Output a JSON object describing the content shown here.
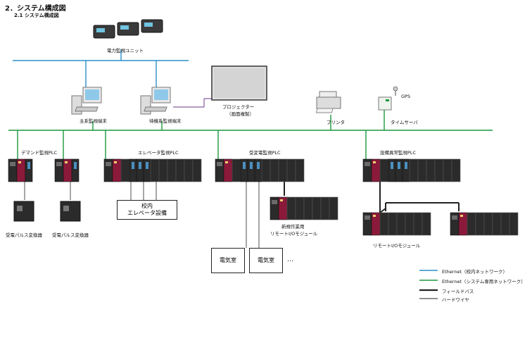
{
  "header": {
    "title": "2．システム構成図",
    "subtitle": "2.1 システム構成図"
  },
  "devices": {
    "power_monitor_unit": "電力監視ユニット",
    "main_terminal": "主系監視端末",
    "standby_terminal": "待機系監視端末",
    "projector_1": "プロジェクター",
    "projector_2": "（画面複製）",
    "printer": "プリンタ",
    "gps": "GPS",
    "time_server": "タイムサーバ"
  },
  "plcs": {
    "demand": "デマンド監視PLC",
    "elevator": "エレベータ監視PLC",
    "substation": "受変電監視PLC",
    "equipment": "設備異常監視PLC"
  },
  "field": {
    "pulse_converter_1": "受電パルス変換器",
    "pulse_converter_2": "受電パルス変換器",
    "elevator_equipment_1": "校内",
    "elevator_equipment_2": "エレベータ設備",
    "new_remote_io_1": "新規作業用",
    "new_remote_io_2": "リモートI/Oモジュール",
    "electrical_room_1": "電気室",
    "electrical_room_2": "電気室",
    "ellipsis": "…",
    "remote_io": "リモートI/Oモジュール"
  },
  "legend": [
    {
      "label": "Ethernet（校内ネットワーク）",
      "color": "#2a8fc9"
    },
    {
      "label": "Ethernet（システム専用ネットワーク）",
      "color": "#1a9a3a"
    },
    {
      "label": "フィールドバス",
      "color": "#222222"
    },
    {
      "label": "ハードワイヤ",
      "color": "#222222"
    }
  ],
  "colors": {
    "school_network": "#2a8fc9",
    "system_network": "#1a9a3a",
    "plc_accent": "#8b1a3a",
    "plc_body": "#2b2b2b"
  }
}
